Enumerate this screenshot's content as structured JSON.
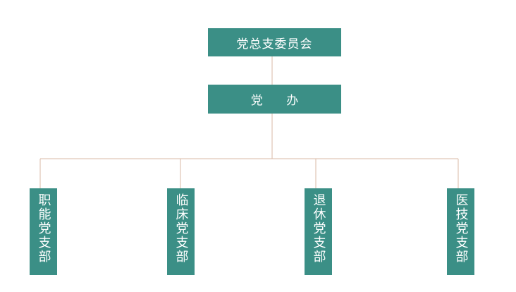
{
  "diagram": {
    "top_node": {
      "label": "党总支委员会"
    },
    "office_node": {
      "label": "党 办"
    },
    "branches": [
      {
        "label": "职能党支部"
      },
      {
        "label": "临床党支部"
      },
      {
        "label": "退休党支部"
      },
      {
        "label": "医技党支部"
      }
    ],
    "colors": {
      "node_fill": "#3b8f86",
      "node_text": "#ffffff",
      "connector": "#d9b8a6",
      "background": "#ffffff"
    }
  }
}
